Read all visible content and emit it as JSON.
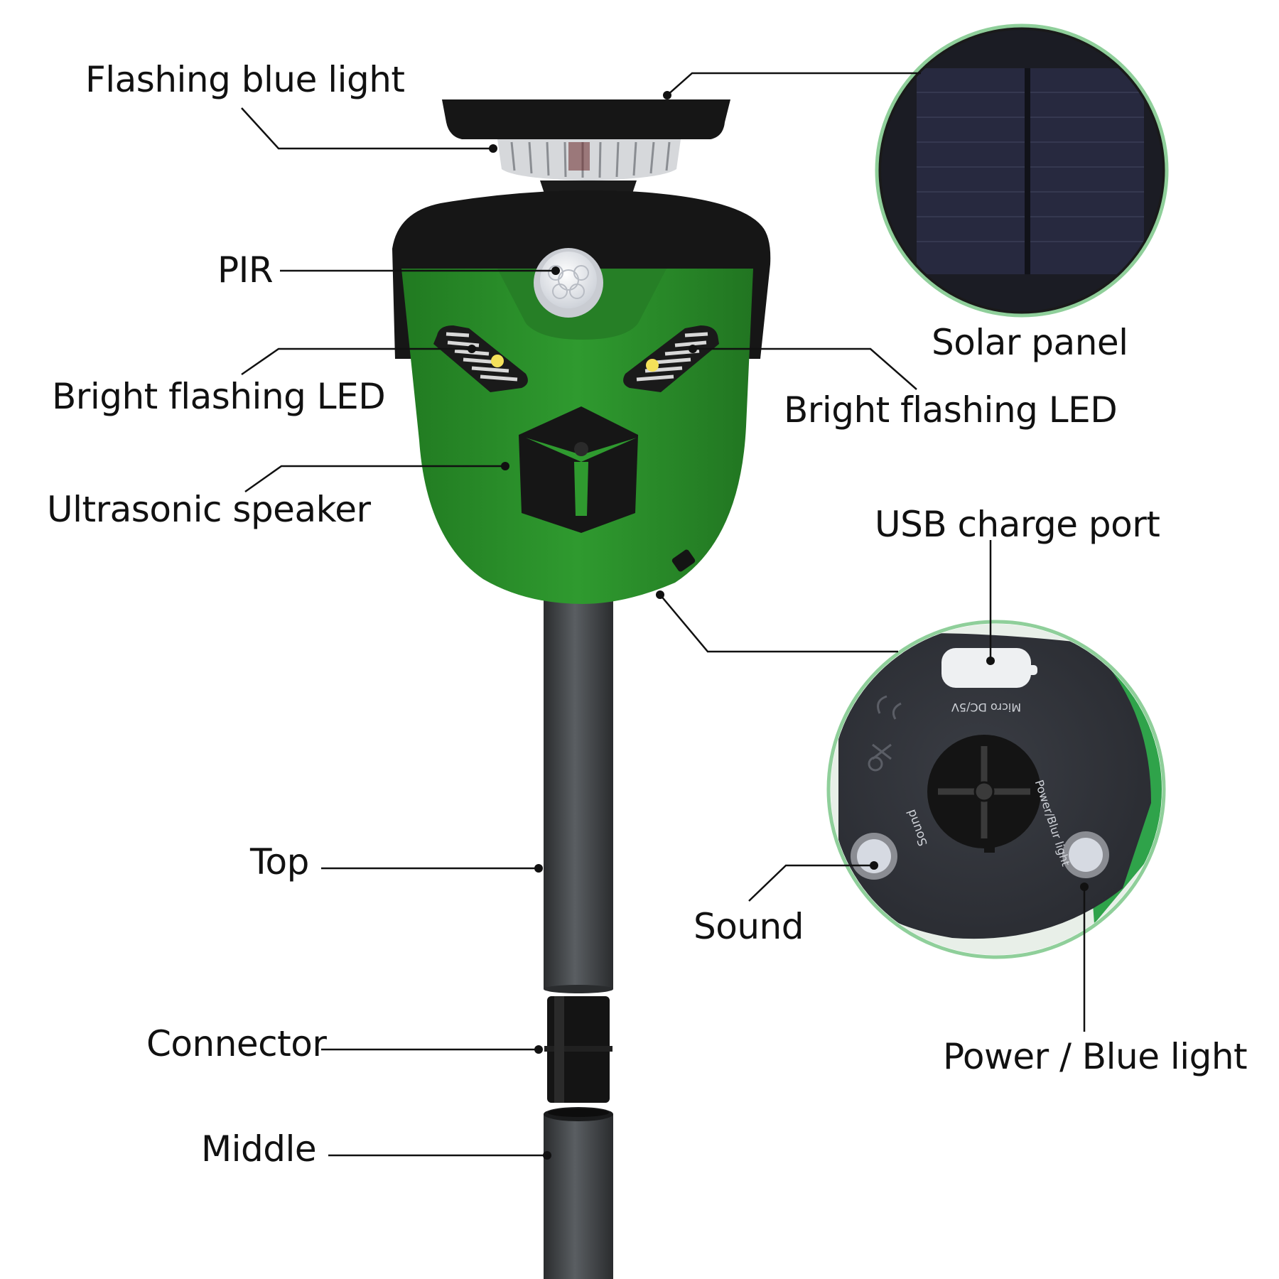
{
  "labels": {
    "flashing_blue_light": "Flashing blue light",
    "pir": "PIR",
    "bright_led_left": "Bright flashing LED",
    "bright_led_right": "Bright flashing LED",
    "ultrasonic_speaker": "Ultrasonic speaker",
    "solar_panel": "Solar panel",
    "usb_charge_port": "USB charge port",
    "sound": "Sound",
    "power_blue_light": "Power / Blue light",
    "top": "Top",
    "connector": "Connector",
    "middle": "Middle"
  },
  "inset_markings": {
    "micro_dc": "Micro DC/5V",
    "sound_text": "Sound",
    "power_text": "Power/Blur light"
  },
  "colors": {
    "device_green": "#2a8a2a",
    "device_black": "#1c1c1c",
    "pole": "#3a3d40",
    "inset_border": "#8fcf9a",
    "solar_cell": "#26283f",
    "leader_line": "#111111"
  }
}
